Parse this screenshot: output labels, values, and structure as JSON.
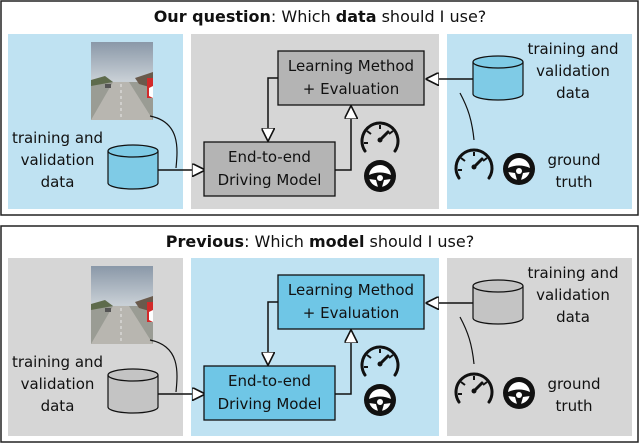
{
  "panels": [
    {
      "title_parts": [
        "Our question",
        ": Which ",
        "data",
        " should I use?"
      ],
      "left": {
        "data_label_lines": [
          "training and",
          "validation",
          "data"
        ]
      },
      "center": {
        "learning_lines": [
          "Learning Method",
          "+ Evaluation"
        ],
        "model_lines": [
          "End-to-end",
          "Driving Model"
        ]
      },
      "right": {
        "data_label_lines": [
          "training and",
          "validation",
          "data"
        ],
        "gt_lines": [
          "ground",
          "truth"
        ]
      }
    },
    {
      "title_parts": [
        "Previous",
        ": Which ",
        "model",
        " should I use?"
      ],
      "left": {
        "data_label_lines": [
          "training and",
          "validation",
          "data"
        ]
      },
      "center": {
        "learning_lines": [
          "Learning Method",
          "+ Evaluation"
        ],
        "model_lines": [
          "End-to-end",
          "Driving Model"
        ]
      },
      "right": {
        "data_label_lines": [
          "training and",
          "validation",
          "data"
        ],
        "gt_lines": [
          "ground",
          "truth"
        ]
      }
    }
  ],
  "colors": {
    "highlight": "#bfe2f2",
    "neutral": "#d6d6d6",
    "box_blue": "#6fc6e6",
    "box_gray": "#b4b4b4",
    "cyl_blue": "#7fcbe6",
    "cyl_gray": "#c4c4c4"
  },
  "icons": [
    "road-photo",
    "speedometer-icon",
    "steering-wheel-icon",
    "database-cylinder-icon"
  ]
}
